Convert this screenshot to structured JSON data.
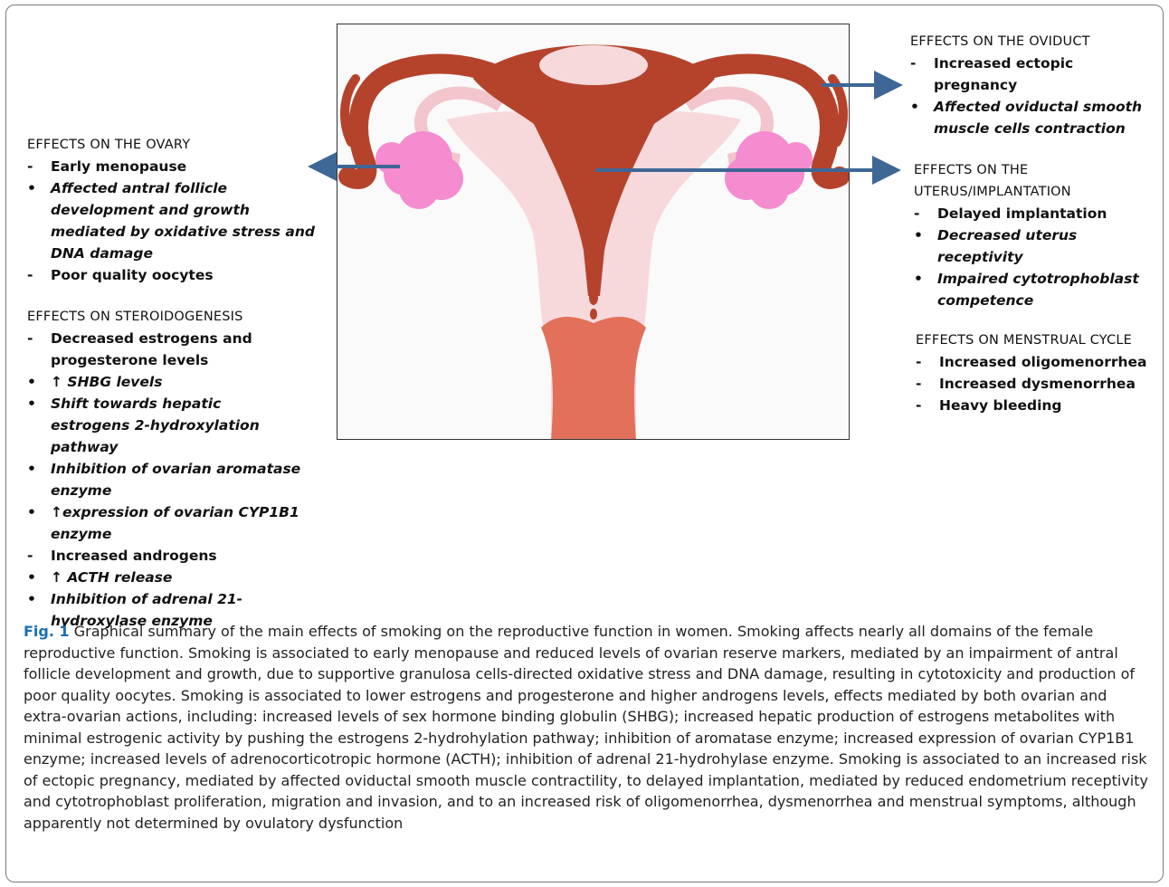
{
  "ovary": {
    "heading": "EFFECTS ON THE OVARY",
    "items": [
      {
        "marker": "-",
        "text": "Early menopause",
        "italic": false
      },
      {
        "marker": "•",
        "text": "Affected antral follicle development and growth mediated by oxidative stress and DNA damage",
        "italic": true
      },
      {
        "marker": "-",
        "text": "Poor quality oocytes",
        "italic": false
      }
    ]
  },
  "steroidogenesis": {
    "heading": "EFFECTS ON STEROIDOGENESIS",
    "items": [
      {
        "marker": "-",
        "text": "Decreased estrogens and progesterone levels",
        "italic": false
      },
      {
        "marker": "•",
        "text": "↑ SHBG levels",
        "italic": true
      },
      {
        "marker": "•",
        "text": "Shift towards hepatic estrogens 2-hydroxylation pathway",
        "italic": true
      },
      {
        "marker": "•",
        "text": "Inhibition of ovarian aromatase enzyme",
        "italic": true
      },
      {
        "marker": "•",
        "text": "↑expression of ovarian CYP1B1 enzyme",
        "italic": true
      },
      {
        "marker": "-",
        "text": "Increased androgens",
        "italic": false
      },
      {
        "marker": "•",
        "text": "↑ ACTH release",
        "italic": true
      },
      {
        "marker": "•",
        "text": "Inhibition of adrenal 21-hydroxylase enzyme",
        "italic": true
      }
    ]
  },
  "oviduct": {
    "heading": "EFFECTS ON THE OVIDUCT",
    "items": [
      {
        "marker": "-",
        "text": "Increased ectopic pregnancy",
        "italic": false
      },
      {
        "marker": "•",
        "text": "Affected oviductal smooth muscle cells contraction",
        "italic": true
      }
    ]
  },
  "uterus": {
    "heading": "EFFECTS ON THE UTERUS/IMPLANTATION",
    "items": [
      {
        "marker": "-",
        "text": "Delayed implantation",
        "italic": false
      },
      {
        "marker": "•",
        "text": "Decreased uterus receptivity",
        "italic": true
      },
      {
        "marker": "•",
        "text": "Impaired cytotrophoblast competence",
        "italic": true
      }
    ]
  },
  "menstrual": {
    "heading": "EFFECTS ON MENSTRUAL CYCLE",
    "items": [
      {
        "marker": "-",
        "text": "Increased oligomenorrhea",
        "italic": false
      },
      {
        "marker": "-",
        "text": "Increased dysmenorrhea",
        "italic": false
      },
      {
        "marker": "-",
        "text": "Heavy bleeding",
        "italic": false
      }
    ]
  },
  "caption": {
    "label": "Fig. 1",
    "text": "Graphical summary of the main effects of smoking on the reproductive function in women. Smoking affects nearly all domains of the female reproductive function. Smoking is associated to early menopause and reduced levels of ovarian reserve markers, mediated by an impairment of antral follicle development and growth, due to supportive granulosa cells-directed oxidative stress and DNA damage, resulting in cytotoxicity and production of poor quality oocytes. Smoking is associated to lower estrogens and progesterone and higher androgens levels, effects mediated by both ovarian and extra-ovarian actions, including: increased levels of sex hormone binding globulin (SHBG); increased hepatic production of estrogens metabolites with minimal estrogenic activity by pushing the estrogens 2-hydrohylation pathway; inhibition of aromatase enzyme; increased expression of ovarian CYP1B1 enzyme; increased levels of adrenocorticotropic hormone (ACTH); inhibition of adrenal 21-hydrohylase enzyme. Smoking is associated to an increased risk of ectopic pregnancy, mediated by affected oviductal smooth muscle contractility, to delayed implantation, mediated by reduced endometrium receptivity and cytotrophoblast proliferation, migration and invasion, and to an increased risk of oligomenorrhea, dysmenorrhea and menstrual symptoms, although apparently not determined by ovulatory dysfunction"
  },
  "colors": {
    "uterus_dark": "#b5432c",
    "uterus_mid": "#c0553f",
    "ovary_pink": "#f48ccf",
    "inner_pink": "#f7d9dc",
    "cervix_salmon": "#e2705a",
    "arrow": "#3f6796",
    "fig_label": "#1a6fb5"
  }
}
